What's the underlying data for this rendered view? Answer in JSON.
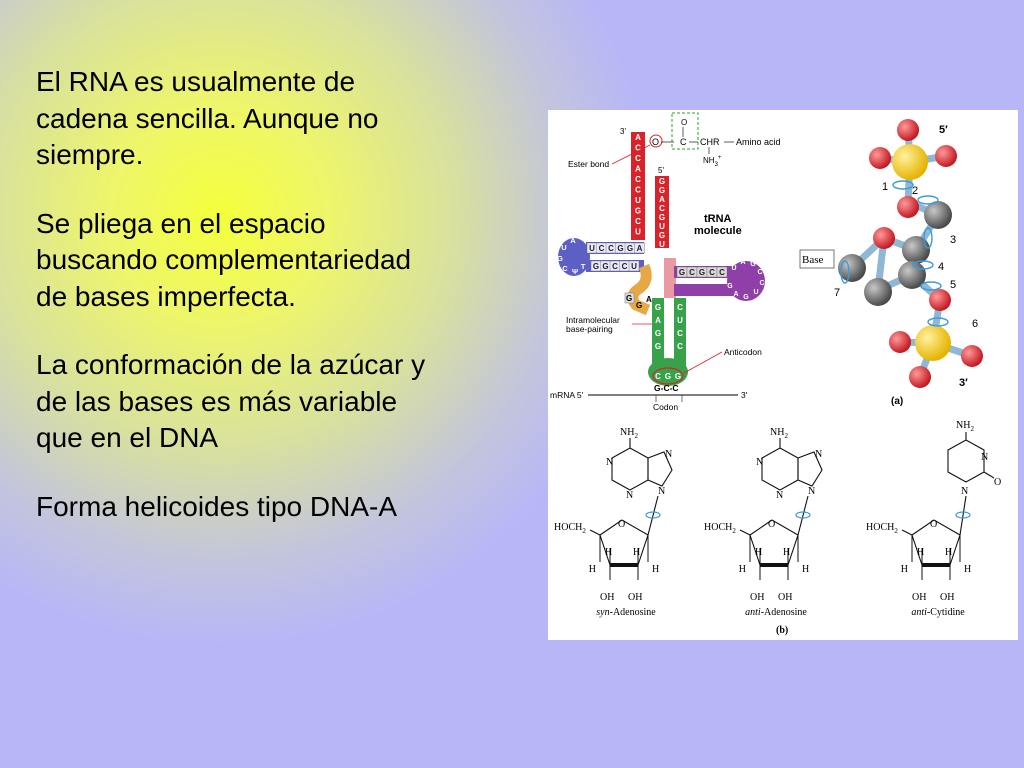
{
  "slide": {
    "paragraphs": [
      [
        "El RNA es usualmente de",
        "cadena sencilla. Aunque no",
        "siempre."
      ],
      [
        "Se pliega en el espacio",
        "buscando complementariedad",
        "de bases imperfecta."
      ],
      [
        "La conformación de la azúcar y",
        "de las bases es más variable",
        "que en el DNA"
      ],
      [
        "Forma helicoides tipo DNA-A"
      ]
    ]
  },
  "figure": {
    "trna": {
      "title_1": "tRNA",
      "title_2": "molecule",
      "three_prime": "3'",
      "five_prime": "5'",
      "ester_bond": "Ester bond",
      "amino_acid": "Amino acid",
      "chr": "CHR",
      "nh3": "NH",
      "nh3_sup": "+",
      "nh3_sub": "3",
      "carbonyl_o": "O",
      "carbonyl_c": "C",
      "intramolecular_1": "Intramolecular",
      "intramolecular_2": "base-pairing",
      "anticodon": "Anticodon",
      "mrna": "mRNA 5'",
      "mrna_end": "3'",
      "codon_seq": "G-C-C",
      "codon": "Codon",
      "acceptor_top": "ACCACCUGCU",
      "acceptor_five": "GGACGUGU",
      "d_arm_top": "UCCGGA",
      "d_arm_bottom": "GGCCU",
      "d_loop": "AUGCΨT",
      "t_arm": "GCGCC",
      "t_loop": "UAGCCUGAG",
      "anticodon_left": "GAGG",
      "anticodon_right": "CUCC",
      "anticodon_loop": "CGG",
      "colors": {
        "acceptor": "#d8232a",
        "d_arm": "#5d5fc4",
        "t_arm": "#8f3fa8",
        "anticodon_arm": "#37a24a",
        "variable": "#e6a845",
        "stem_gray": "#9d9d9d"
      }
    },
    "nucleotide": {
      "label_5": "5′",
      "label_3": "3′",
      "bonds": [
        "1",
        "2",
        "3",
        "4",
        "5",
        "6",
        "7"
      ],
      "base": "Base",
      "panel": "(a)"
    },
    "molecules": {
      "nh2": "NH",
      "nh2_sub": "2",
      "n": "N",
      "o": "O",
      "hoch2": "HOCH",
      "hoch2_sub": "2",
      "h": "H",
      "oh": "OH",
      "names": [
        {
          "prefix": "syn",
          "rest": "-Adenosine"
        },
        {
          "prefix": "anti",
          "rest": "-Adenosine"
        },
        {
          "prefix": "anti",
          "rest": "-Cytidine"
        }
      ],
      "panel": "(b)"
    }
  }
}
